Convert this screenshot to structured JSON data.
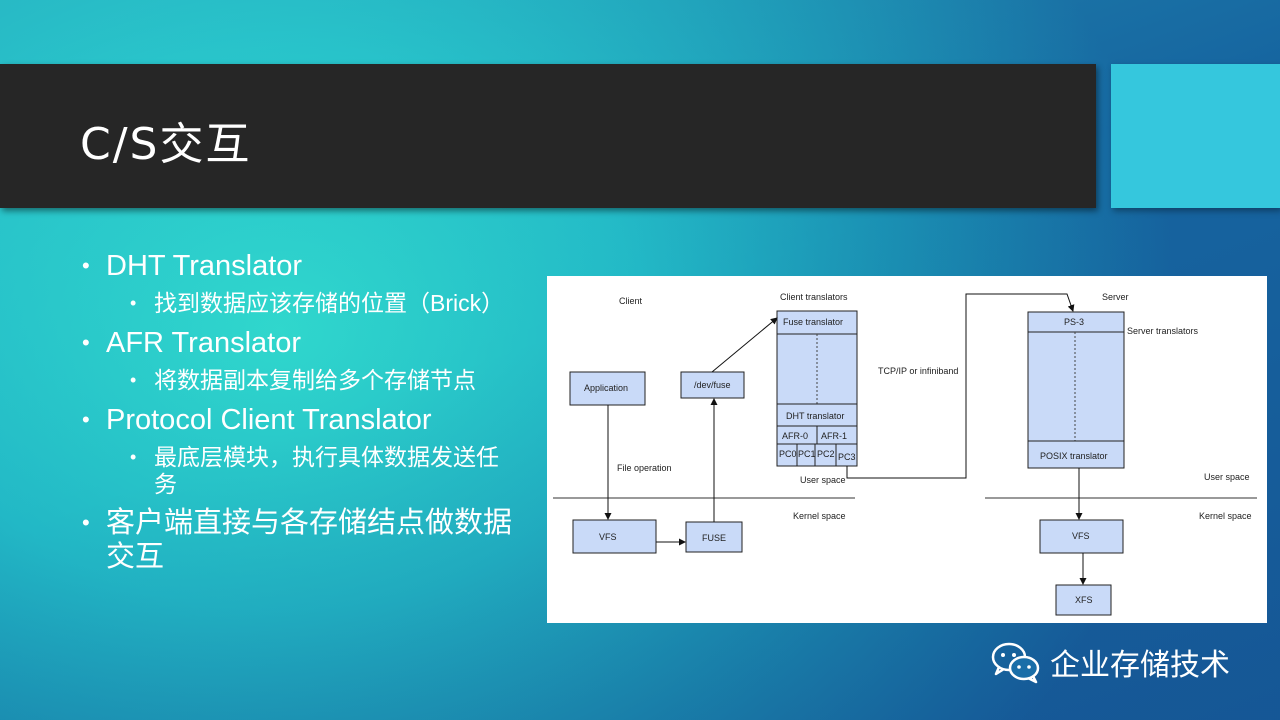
{
  "slide": {
    "title": "C/S交互",
    "bullets": [
      {
        "text": "DHT Translator",
        "sub": [
          "找到数据应该存储的位置（Brick）"
        ]
      },
      {
        "text": "AFR Translator",
        "sub": [
          "将数据副本复制给多个存储节点"
        ]
      },
      {
        "text": "Protocol Client Translator",
        "sub": [
          "最底层模块，执行具体数据发送任务"
        ]
      },
      {
        "text": "客户端直接与各存储结点做数据交互",
        "sub": []
      }
    ]
  },
  "diagram": {
    "client_label": "Client",
    "client_translators_label": "Client translators",
    "server_label": "Server",
    "application": "Application",
    "dev_fuse": "/dev/fuse",
    "fuse_translator": "Fuse translator",
    "dht_translator": "DHT translator",
    "afr0": "AFR-0",
    "afr1": "AFR-1",
    "pc0": "PC0",
    "pc1": "PC1",
    "pc2": "PC2",
    "pc3": "PC3",
    "file_operation": "File operation",
    "tcp_ip": "TCP/IP or infiniband",
    "ps3": "PS-3",
    "server_translators": "Server translators",
    "posix_translator": "POSIX translator",
    "user_space_left": "User space",
    "user_space_right": "User space",
    "kernel_space_left": "Kernel space",
    "kernel_space_right": "Kernel space",
    "vfs_left": "VFS",
    "fuse": "FUSE",
    "vfs_right": "VFS",
    "xfs": "XFS"
  },
  "brand": {
    "name": "企业存储技术",
    "icon": "wechat-icon"
  }
}
